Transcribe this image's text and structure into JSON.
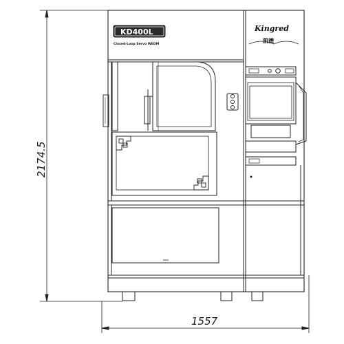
{
  "dimensions": {
    "height_label": "2174.5",
    "width_label": "1557"
  },
  "machine": {
    "model_label": "KD400L",
    "subtitle": "Closed-Loop Servo WEDM",
    "brand_name": "Kingred",
    "brand_cn": "凯德"
  },
  "colors": {
    "line": "#222222",
    "background": "#ffffff",
    "badge": "#2a2a2a"
  }
}
